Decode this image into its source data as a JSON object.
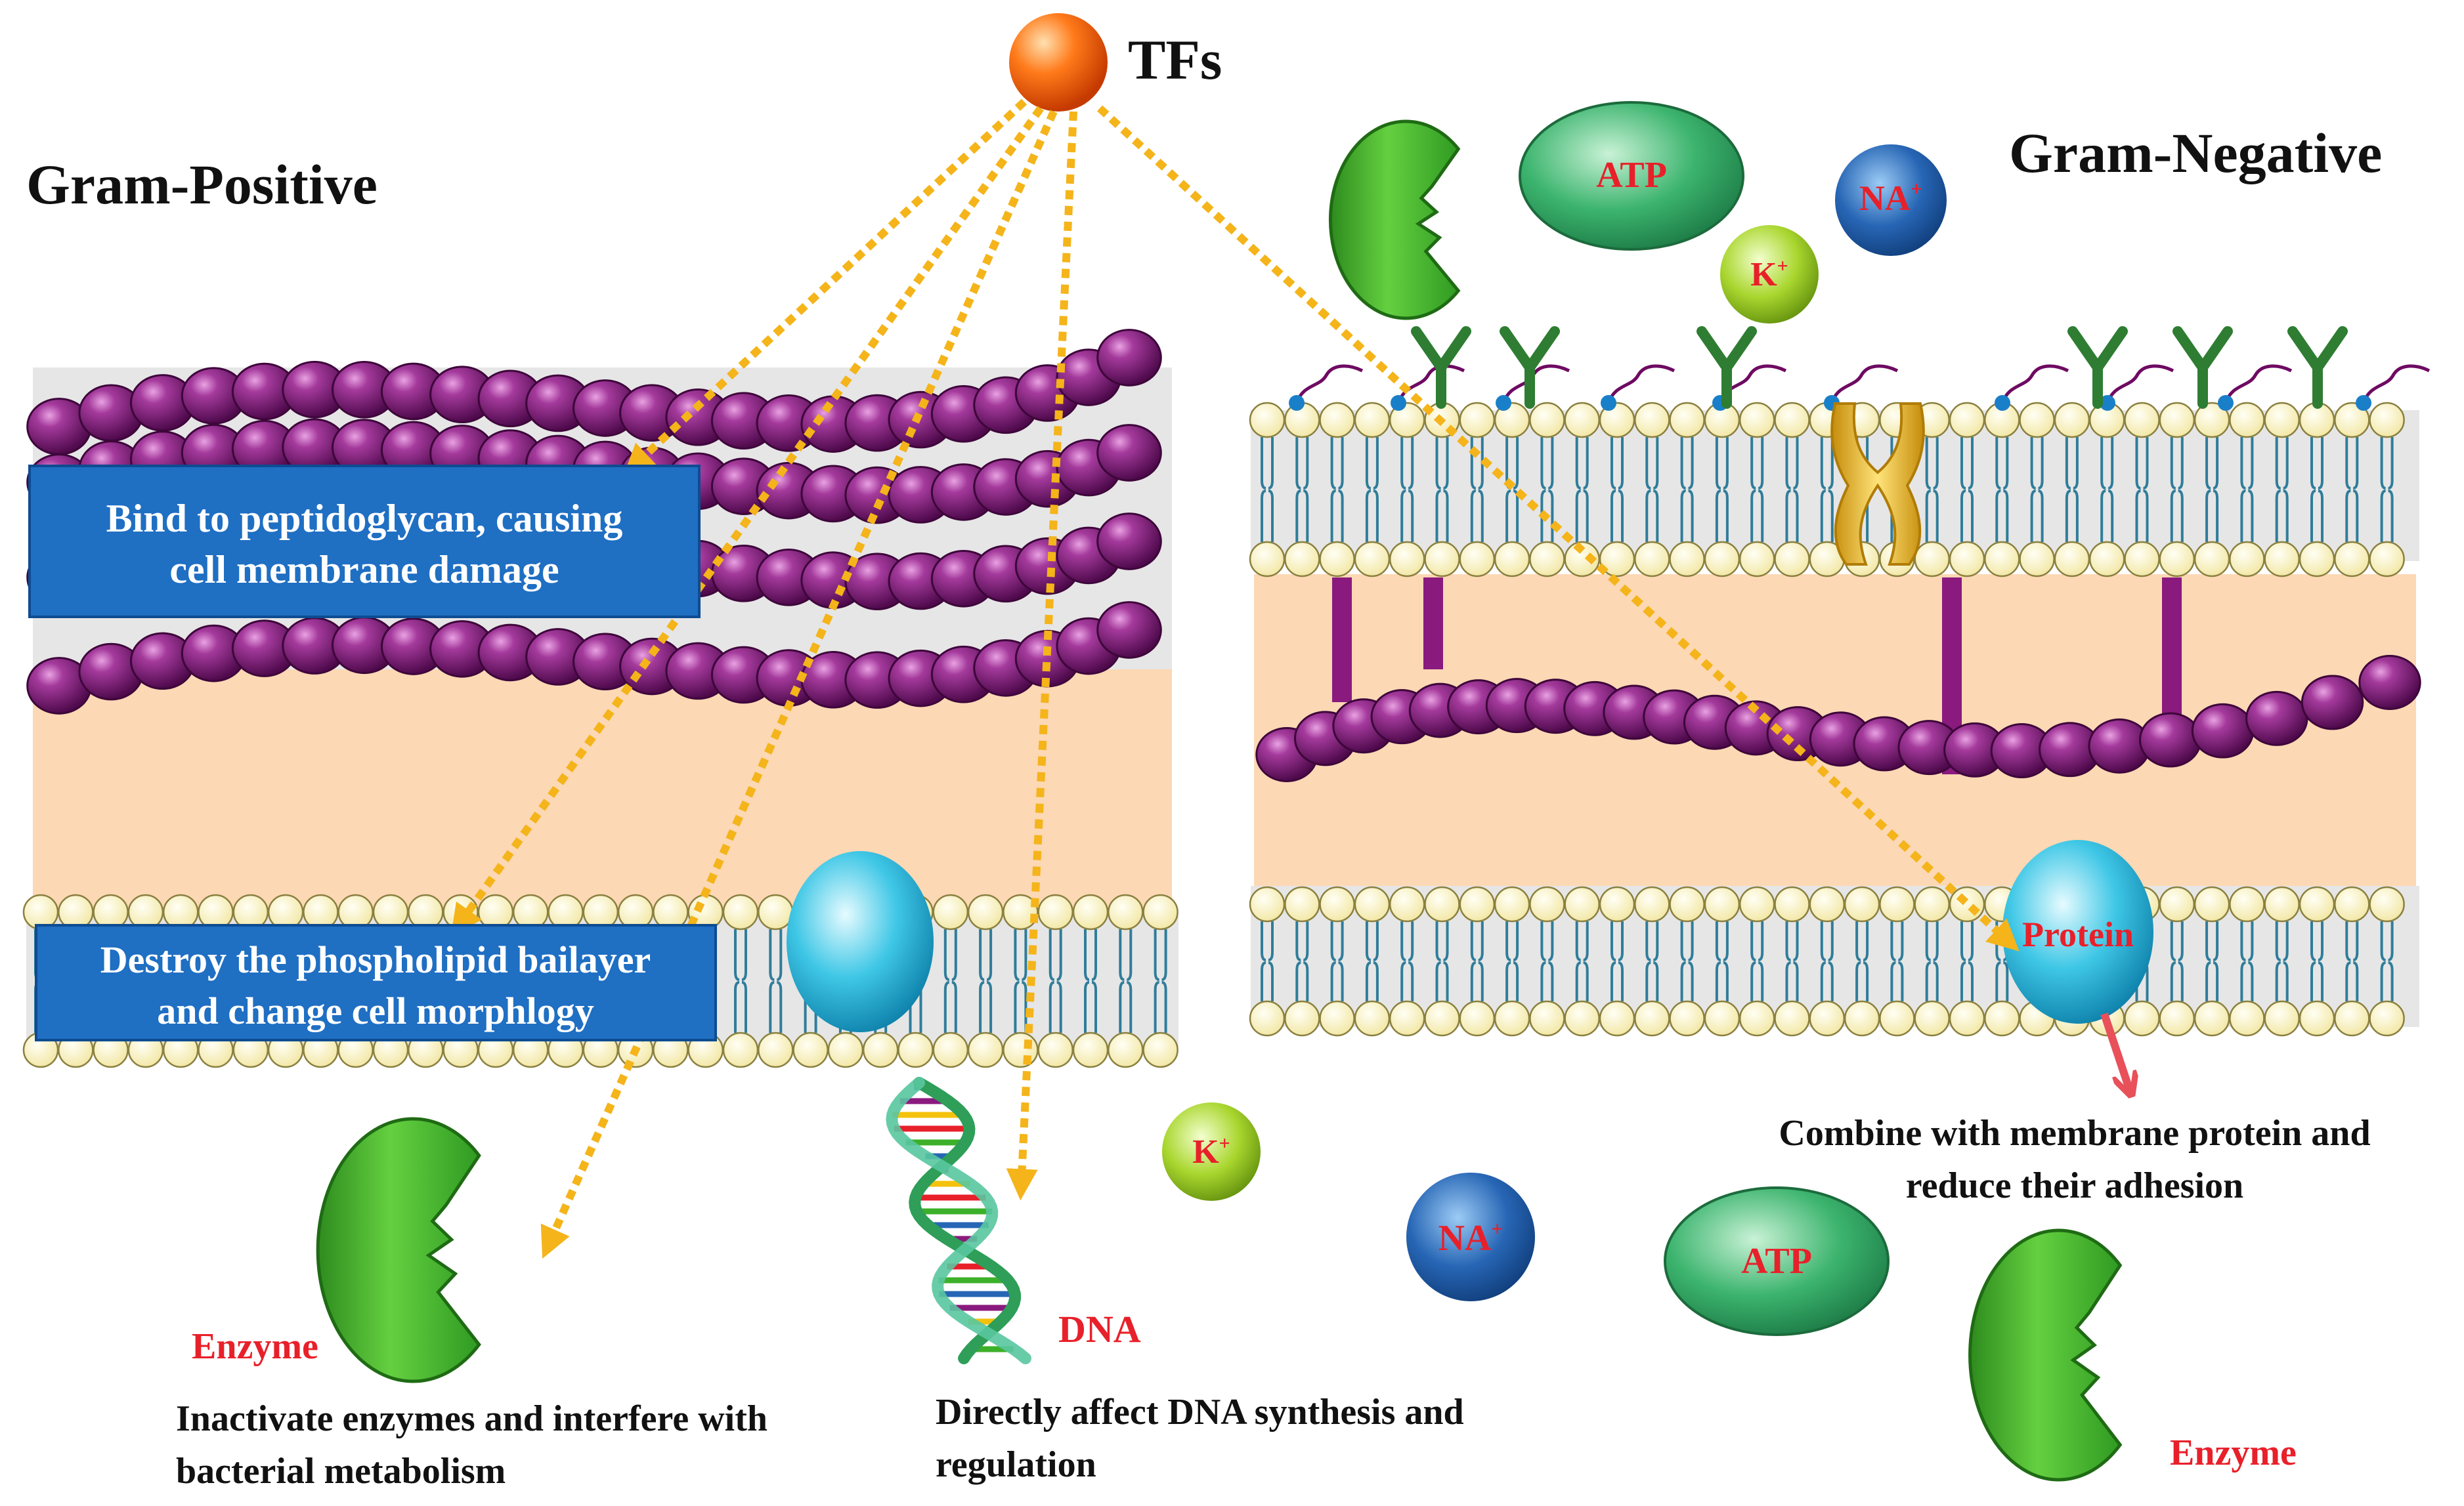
{
  "tfs_label": "TFs",
  "gram_positive_title": "Gram-Positive",
  "gram_negative_title": "Gram-Negative",
  "box1": [
    "Bind to peptidoglycan, causing",
    "cell membrane damage"
  ],
  "box2": [
    "Destroy the phospholipid bailayer",
    "and change cell morphlogy"
  ],
  "atp": "ATP",
  "na": "NA",
  "k": "K",
  "plus": "+",
  "protein": "Protein",
  "enzyme": "Enzyme",
  "dna": "DNA",
  "caption_enzyme": [
    "Inactivate enzymes and interfere with",
    "bacterial metabolism"
  ],
  "caption_dna": [
    "Directly affect DNA synthesis and",
    "regulation"
  ],
  "caption_protein": [
    "Combine with membrane protein and",
    "reduce their adhesion"
  ],
  "colors": {
    "arrow": "#F4B41A",
    "box": "#1F6FC3",
    "bead": "#7B1675",
    "membrane_band": "#E6E6E6",
    "wall_fill": "#FCD8B4",
    "enzyme": "#3DB02A",
    "receptor": "#2E7D32",
    "label_red": "#E8202A",
    "protein_arrow": "#E8505A",
    "lipid_head": "#FFFBD6",
    "lipid_tail": "#2F7D9A"
  }
}
